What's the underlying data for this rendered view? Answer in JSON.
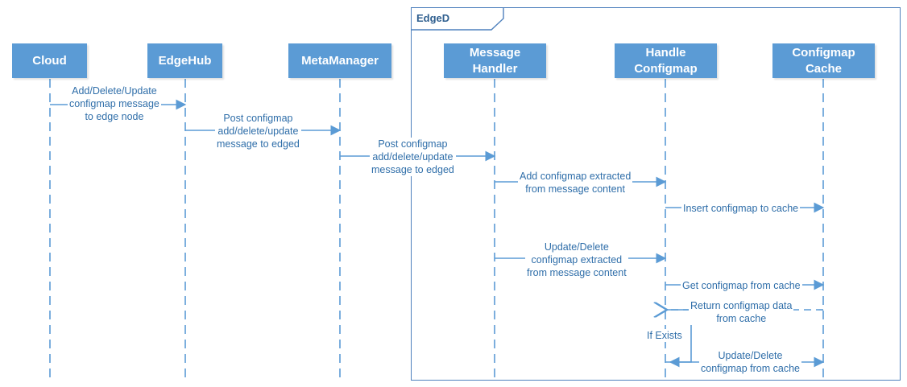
{
  "frame": {
    "label": "EdgeD"
  },
  "actors": [
    {
      "name": "Cloud"
    },
    {
      "name": "EdgeHub"
    },
    {
      "name": "MetaManager"
    },
    {
      "name": "Message\nHandler"
    },
    {
      "name": "Handle\nConfigmap"
    },
    {
      "name": "Configmap\nCache"
    }
  ],
  "messages": [
    {
      "text": "Add/Delete/Update\nconfigmap message\nto edge node"
    },
    {
      "text": "Post configmap\nadd/delete/update\nmessage to edged"
    },
    {
      "text": "Post configmap\nadd/delete/update\nmessage to edged"
    },
    {
      "text": "Add configmap extracted\nfrom message content"
    },
    {
      "text": "Insert configmap to cache"
    },
    {
      "text": "Update/Delete\nconfigmap extracted\nfrom message content"
    },
    {
      "text": "Get configmap from cache"
    },
    {
      "text": "Return configmap data\nfrom cache"
    },
    {
      "text": "If Exists"
    },
    {
      "text": "Update/Delete\nconfigmap from cache"
    }
  ],
  "colors": {
    "actor_fill": "#5b9bd5",
    "line": "#5b9bd5",
    "text": "#2f6ea9",
    "frame": "#4f81bd"
  }
}
